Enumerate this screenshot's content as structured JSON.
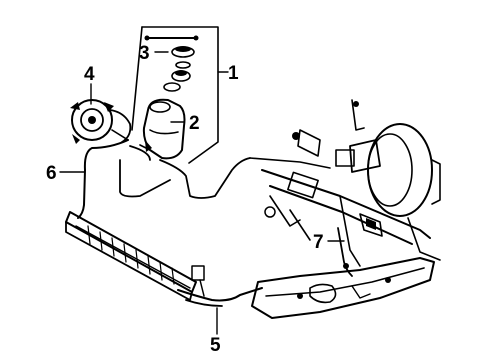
{
  "diagram": {
    "callouts": [
      {
        "id": "1",
        "label": "1"
      },
      {
        "id": "2",
        "label": "2"
      },
      {
        "id": "3",
        "label": "3"
      },
      {
        "id": "4",
        "label": "4"
      },
      {
        "id": "5",
        "label": "5"
      },
      {
        "id": "6",
        "label": "6"
      },
      {
        "id": "7",
        "label": "7"
      }
    ],
    "parts": [
      {
        "id": "reservoir-kit",
        "callout": "1",
        "icon": "bracket-frame"
      },
      {
        "id": "reservoir",
        "callout": "2",
        "icon": "reservoir-icon"
      },
      {
        "id": "reservoir-cap-seal",
        "callout": "3",
        "icon": "cap-icon"
      },
      {
        "id": "power-steering-pump",
        "callout": "4",
        "icon": "pump-icon"
      },
      {
        "id": "return-hose",
        "callout": "5",
        "icon": "hose-icon"
      },
      {
        "id": "pressure-hose",
        "callout": "6",
        "icon": "hose-icon"
      },
      {
        "id": "rack-line",
        "callout": "7",
        "icon": "line-icon"
      }
    ]
  }
}
